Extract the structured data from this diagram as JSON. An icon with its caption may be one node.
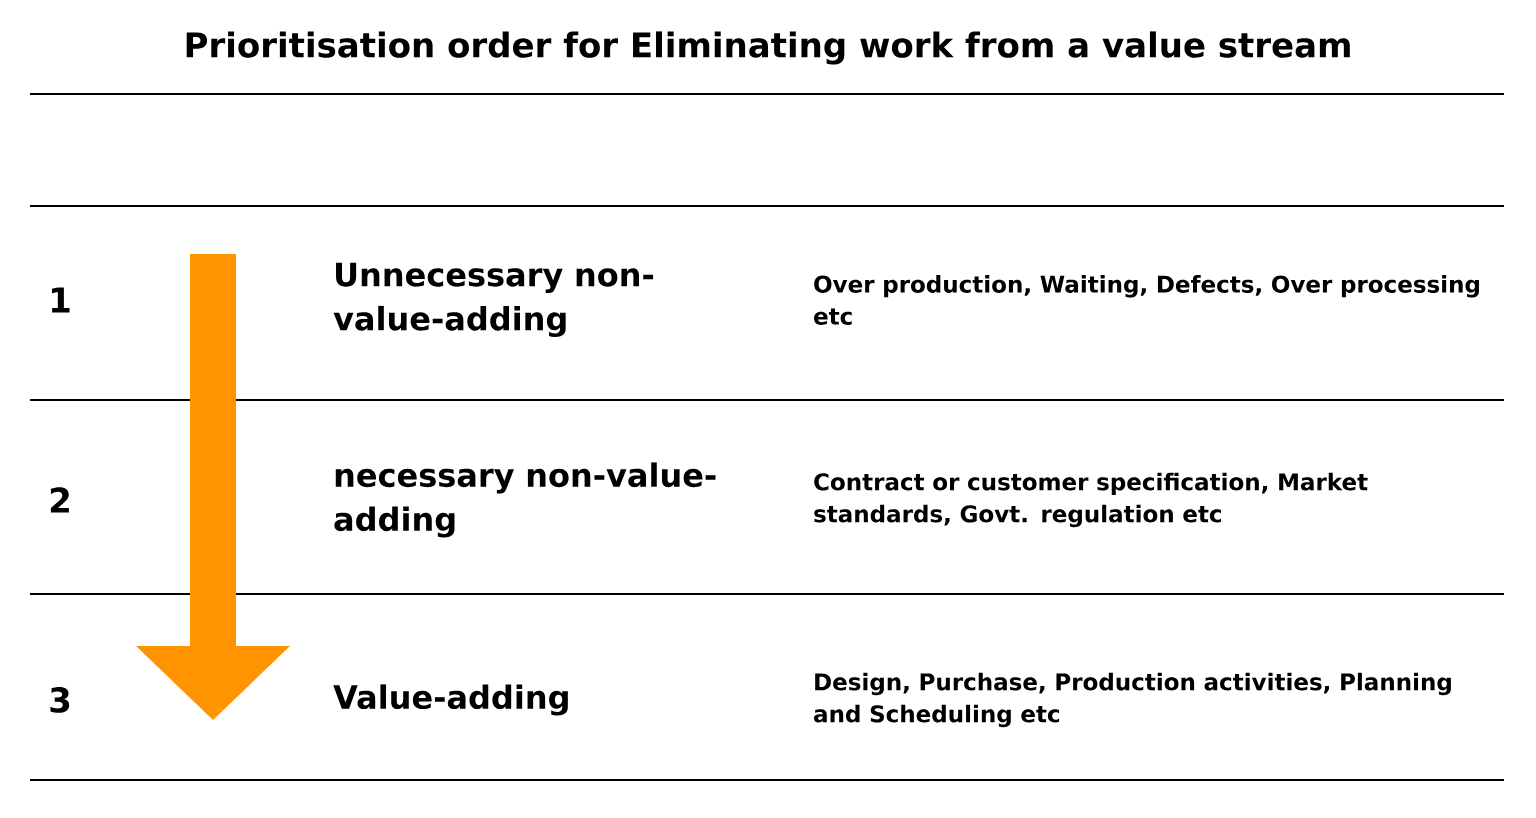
{
  "diagram": {
    "title": "Prioritisation order for Eliminating work from a value stream",
    "labels": [
      "1",
      "Unnecessary non-value-adding",
      "Over production, Waiting, Defects, Over processing etc",
      "2",
      "necessary non-value-adding",
      "Contract or customer specification, Market standards, Govt. regulation etc",
      "3",
      "Value-adding",
      "Design, Purchase, Production activities, Planning and Scheduling etc"
    ]
  }
}
